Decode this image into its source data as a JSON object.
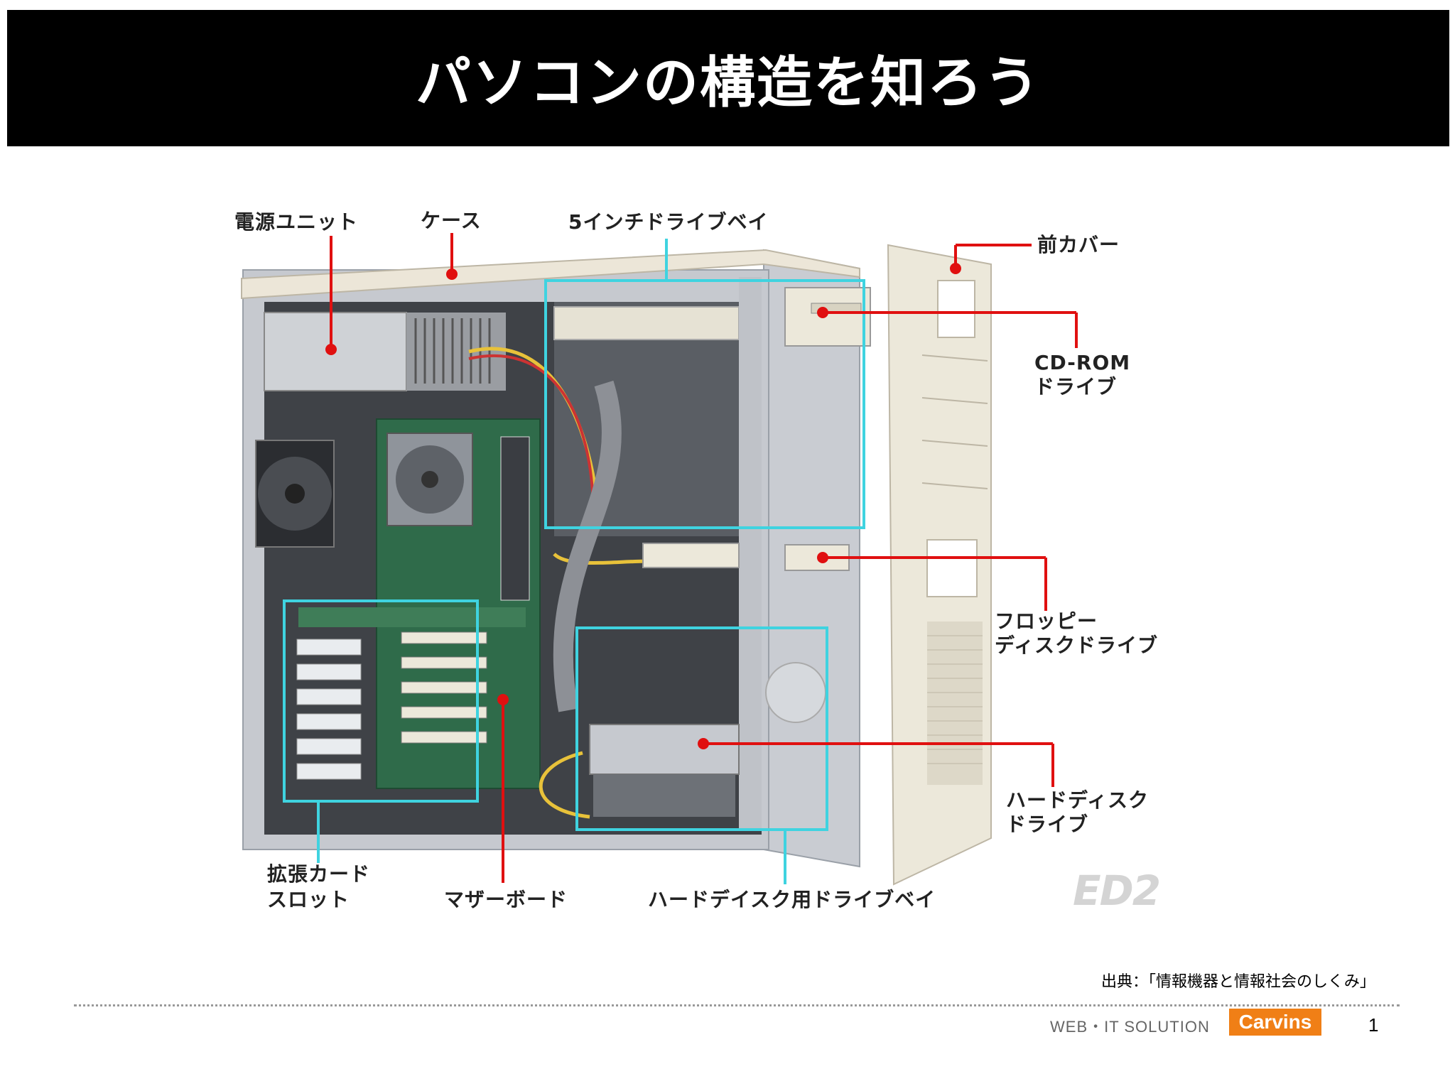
{
  "title": "パソコンの構造を知ろう",
  "labels": {
    "psu": "電源ユニット",
    "case": "ケース",
    "bay5": "5インチドライブベイ",
    "front_cover": "前カバー",
    "cdrom_1": "CD-ROM",
    "cdrom_2": "ドライブ",
    "floppy_1": "フロッピー",
    "floppy_2": "ディスクドライブ",
    "hdd_1": "ハードディスク",
    "hdd_2": "ドライブ",
    "expansion_1": "拡張カード",
    "expansion_2": "スロット",
    "motherboard": "マザーボード",
    "hdd_bay": "ハードデイスク用ドライブベイ"
  },
  "watermark": "ED2",
  "source": "出典：「情報機器と情報社会のしくみ」",
  "footer": {
    "text": "WEB・IT SOLUTION",
    "brand": "Carvins",
    "page": "1"
  },
  "colors": {
    "title_bg": "#000000",
    "callout_line": "#e01010",
    "highlight_box": "#3fd3e0",
    "brand_bg": "#f07f16"
  }
}
